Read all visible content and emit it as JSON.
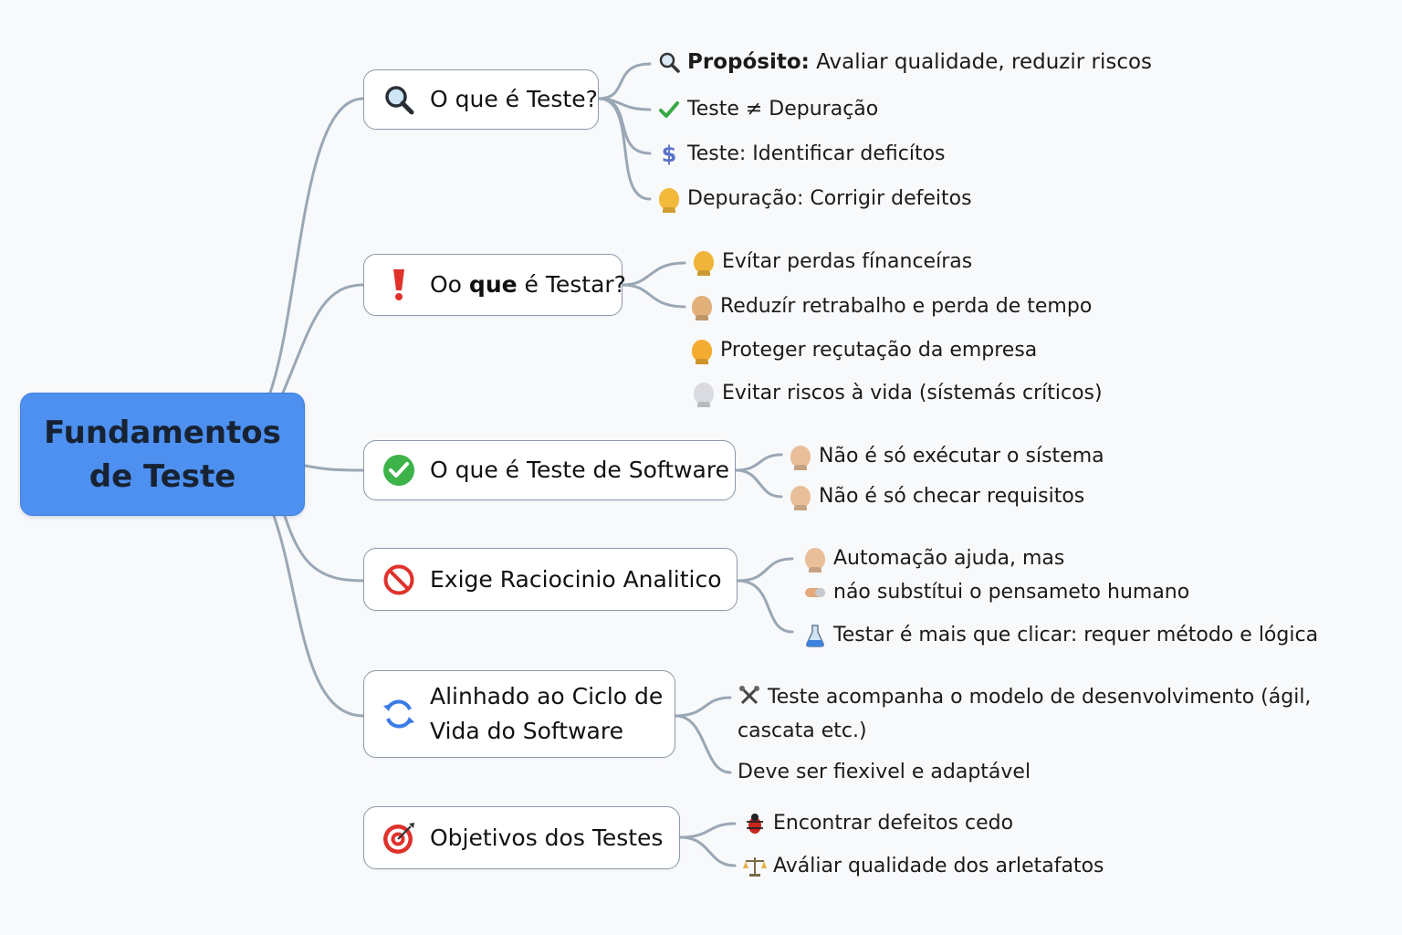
{
  "root": {
    "title": "Fundamentos de Teste"
  },
  "branches": [
    {
      "label": "O que é Teste?",
      "icon": "magnifier-icon",
      "leaves": [
        {
          "icon": "magnifier-icon",
          "bold": "Propósito:",
          "text": " Avaliar qualidade, reduzir riscos"
        },
        {
          "icon": "checkmark-icon",
          "text": "Teste ≠ Depuração"
        },
        {
          "icon": "dollar-icon",
          "text": "Teste: Identificar deficítos"
        },
        {
          "icon": "person-icon",
          "text": "Depuração: Corrigir defeitos"
        }
      ]
    },
    {
      "label_pre": "Oo ",
      "label_bold": "que",
      "label_post": " é Testar?",
      "icon": "exclamation-icon",
      "leaves": [
        {
          "icon": "grimace-face-icon",
          "text": "Evítar perdas fínanceíras"
        },
        {
          "icon": "worker-icon",
          "text": "Reduzír retrabalho e perda de tempo"
        },
        {
          "icon": "face-icon",
          "text": "Proteger reçutação da empresa"
        },
        {
          "icon": "ghost-icon",
          "text": "Evitar riscos à vida (sístemás críticos)"
        }
      ]
    },
    {
      "label": "O que é Teste de Software",
      "icon": "check-circle-icon",
      "leaves": [
        {
          "icon": "technologist-icon",
          "text": "Não é só exécutar o sístema"
        },
        {
          "icon": "technologist-icon",
          "text": "Não é só checar requisitos"
        }
      ]
    },
    {
      "label": "Exige Raciocinio Analitico",
      "icon": "prohibited-icon",
      "leaves": [
        {
          "icon": "technologist-icon",
          "text": "Automação ajuda, mas"
        },
        {
          "icon": "pill-icon",
          "text": "náo substítui o pensameto humano"
        },
        {
          "icon": "flask-icon",
          "text": "Testar é mais que clicar:  requer método e lógica"
        }
      ]
    },
    {
      "label": "Alinhado ao Ciclo de Vida do Software",
      "icon": "cycle-arrows-icon",
      "leaves": [
        {
          "icon": "tools-icon",
          "text": "Teste acompanha o modelo de desenvolvimento (ágil, cascata etc.)"
        },
        {
          "icon": "",
          "text": "Deve ser fiexivel e adaptável"
        }
      ]
    },
    {
      "label": "Objetivos dos Testes",
      "icon": "target-icon",
      "leaves": [
        {
          "icon": "bug-icon",
          "text": "Encontrar defeitos cedo"
        },
        {
          "icon": "scales-icon",
          "text": "Aváliar qualidade dos arletafatos"
        }
      ]
    }
  ],
  "colors": {
    "root_fill": "#4d90f0",
    "connector": "#9aa7b5",
    "branch_border": "#8d99a8",
    "background": "#f8f9fb"
  }
}
